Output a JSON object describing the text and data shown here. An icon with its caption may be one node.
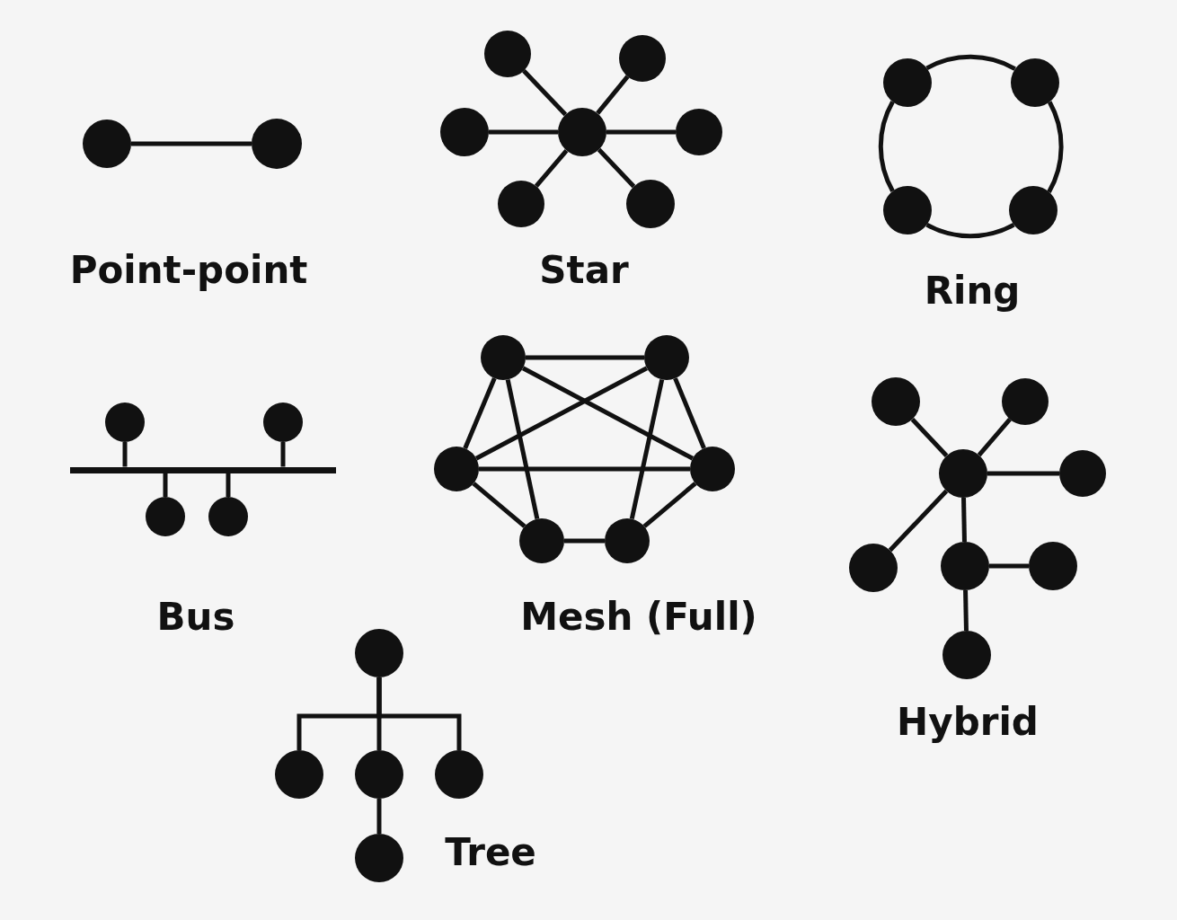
{
  "diagram": {
    "nodes": [
      {
        "text": [],
        "shape": "circle"
      },
      {
        "text": [],
        "shape": "circle"
      },
      {
        "text": [],
        "shape": "circle"
      },
      {
        "text": [],
        "shape": "circle"
      },
      {
        "text": [],
        "shape": "circle"
      },
      {
        "text": [],
        "shape": "circle"
      },
      {
        "text": [],
        "shape": "circle"
      },
      {
        "text": [],
        "shape": "circle"
      },
      {
        "text": [],
        "shape": "circle"
      },
      {
        "text": [],
        "shape": "circle"
      },
      {
        "text": [],
        "shape": "circle"
      },
      {
        "text": [],
        "shape": "circle"
      },
      {
        "text": [],
        "shape": "circle"
      },
      {
        "text": [],
        "shape": "circle"
      },
      {
        "text": [],
        "shape": "circle"
      },
      {
        "text": [],
        "shape": "bar"
      },
      {
        "text": [],
        "shape": "circle"
      },
      {
        "text": [],
        "shape": "circle"
      },
      {
        "text": [],
        "shape": "circle"
      },
      {
        "text": [],
        "shape": "circle"
      },
      {
        "text": [],
        "shape": "circle"
      },
      {
        "text": [],
        "shape": "circle"
      },
      {
        "text": [],
        "shape": "circle"
      },
      {
        "text": [],
        "shape": "circle"
      },
      {
        "text": [],
        "shape": "circle"
      },
      {
        "text": [],
        "shape": "circle"
      },
      {
        "text": [],
        "shape": "circle"
      },
      {
        "text": [],
        "shape": "circle"
      },
      {
        "text": [],
        "shape": "circle"
      },
      {
        "text": [],
        "shape": "circle"
      },
      {
        "text": [],
        "shape": "circle"
      },
      {
        "text": [],
        "shape": "circle"
      },
      {
        "text": [],
        "shape": "circle"
      },
      {
        "text": [],
        "shape": "circle"
      },
      {
        "text": [],
        "shape": "circle"
      },
      {
        "text": [],
        "shape": "circle"
      },
      {
        "text": [],
        "shape": "circle"
      }
    ],
    "edges": [
      {
        "from": 0,
        "to": 1,
        "arrow": "none"
      },
      {
        "from": 5,
        "to": 2,
        "arrow": "none"
      },
      {
        "from": 5,
        "to": 3,
        "arrow": "none"
      },
      {
        "from": 5,
        "to": 4,
        "arrow": "none"
      },
      {
        "from": 5,
        "to": 6,
        "arrow": "none"
      },
      {
        "from": 5,
        "to": 7,
        "arrow": "none"
      },
      {
        "from": 5,
        "to": 8,
        "arrow": "none"
      },
      {
        "from": 9,
        "to": 10,
        "arrow": "none"
      },
      {
        "from": 10,
        "to": 12,
        "arrow": "none"
      },
      {
        "from": 12,
        "to": 11,
        "arrow": "none"
      },
      {
        "from": 11,
        "to": 9,
        "arrow": "none"
      },
      {
        "from": 15,
        "to": 13,
        "arrow": "none"
      },
      {
        "from": 15,
        "to": 14,
        "arrow": "none"
      },
      {
        "from": 15,
        "to": 16,
        "arrow": "none"
      },
      {
        "from": 15,
        "to": 17,
        "arrow": "none"
      },
      {
        "from": 18,
        "to": 19,
        "arrow": "none"
      },
      {
        "from": 18,
        "to": 20,
        "arrow": "none"
      },
      {
        "from": 18,
        "to": 21,
        "arrow": "none"
      },
      {
        "from": 18,
        "to": 22,
        "arrow": "none"
      },
      {
        "from": 19,
        "to": 20,
        "arrow": "none"
      },
      {
        "from": 19,
        "to": 21,
        "arrow": "none"
      },
      {
        "from": 19,
        "to": 23,
        "arrow": "none"
      },
      {
        "from": 20,
        "to": 21,
        "arrow": "none"
      },
      {
        "from": 20,
        "to": 22,
        "arrow": "none"
      },
      {
        "from": 21,
        "to": 23,
        "arrow": "none"
      },
      {
        "from": 22,
        "to": 23,
        "arrow": "none"
      },
      {
        "from": 26,
        "to": 24,
        "arrow": "none"
      },
      {
        "from": 26,
        "to": 25,
        "arrow": "none"
      },
      {
        "from": 26,
        "to": 27,
        "arrow": "none"
      },
      {
        "from": 26,
        "to": 28,
        "arrow": "none"
      },
      {
        "from": 26,
        "to": 29,
        "arrow": "none"
      },
      {
        "from": 29,
        "to": 30,
        "arrow": "none"
      },
      {
        "from": 29,
        "to": 31,
        "arrow": "none"
      },
      {
        "from": 32,
        "to": 33,
        "arrow": "none"
      },
      {
        "from": 32,
        "to": 34,
        "arrow": "none"
      },
      {
        "from": 32,
        "to": 35,
        "arrow": "none"
      },
      {
        "from": 34,
        "to": 36,
        "arrow": "none"
      }
    ],
    "labels": [
      "Point-point",
      "Star",
      "Ring",
      "Bus",
      "Mesh (Full)",
      "Hybrid",
      "Tree"
    ]
  }
}
